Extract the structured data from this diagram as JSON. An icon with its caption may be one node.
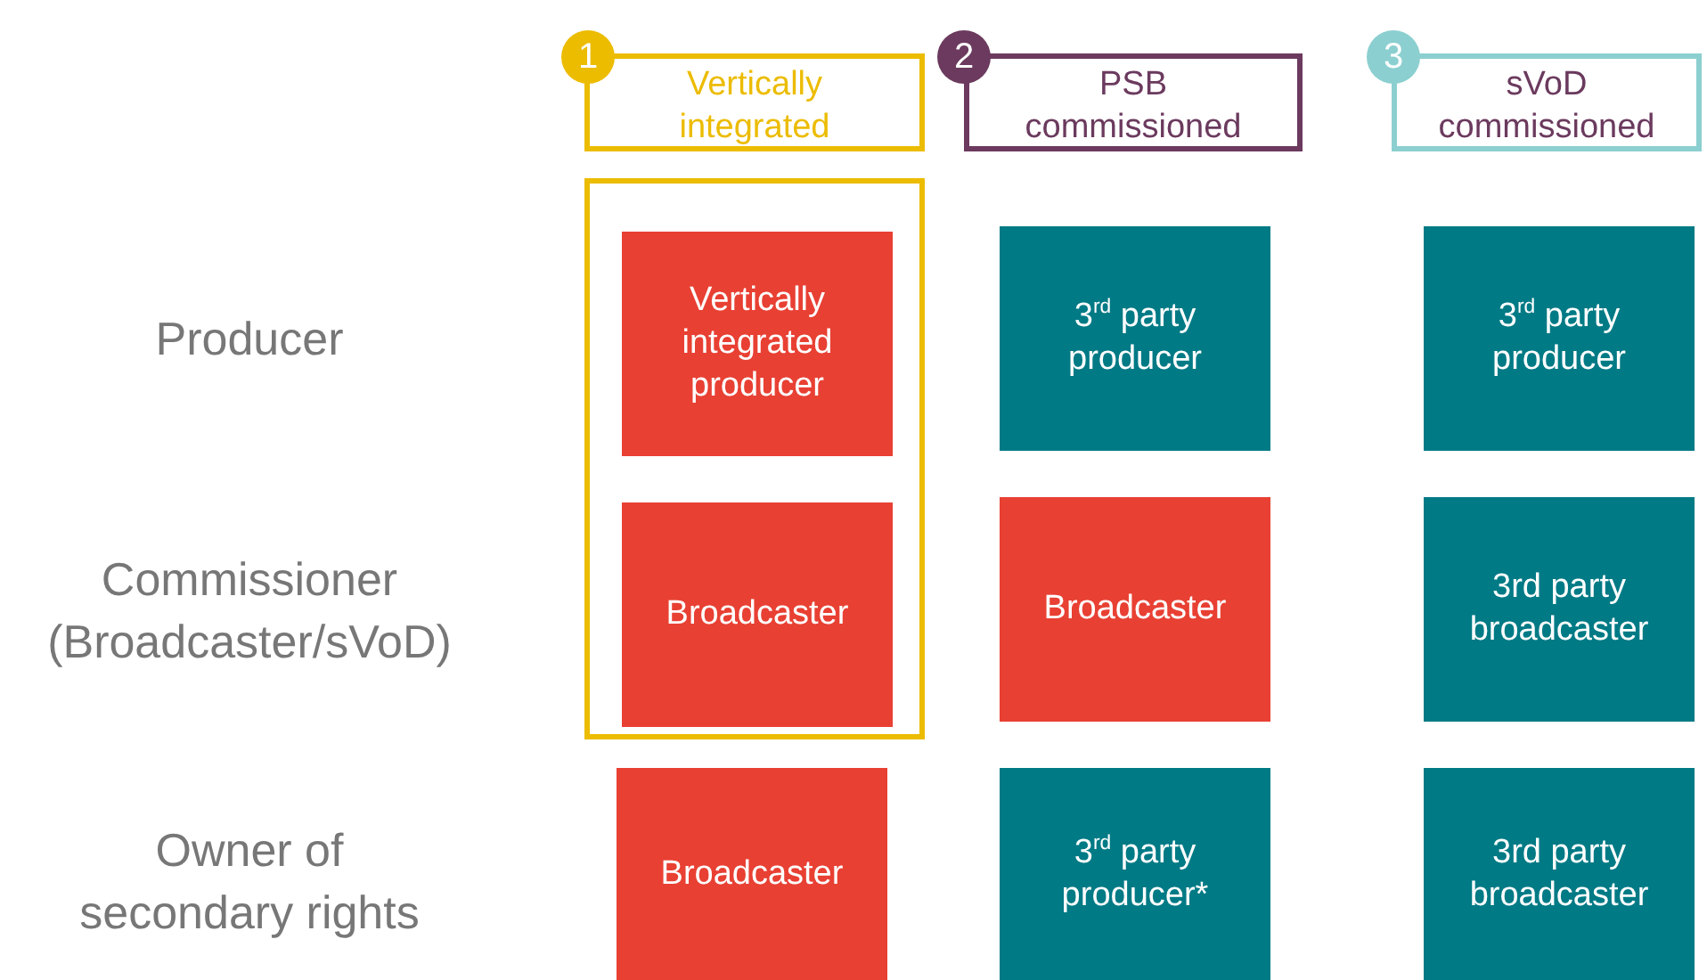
{
  "diagram": {
    "nodes": [
      {
        "text": [
          "1"
        ]
      },
      {
        "text": [
          "Vertically integrated"
        ]
      },
      {
        "text": [
          "2"
        ]
      },
      {
        "text": [
          "PSB commissioned"
        ]
      },
      {
        "text": [
          "3"
        ]
      },
      {
        "text": [
          "sVoD commissioned"
        ]
      },
      {
        "text": [],
        "shape": "box"
      },
      {
        "text": [
          "Vertically integrated producer"
        ],
        "in": 6
      },
      {
        "text": [
          "3$^{rd}$ party producer"
        ]
      },
      {
        "text": [
          "3$^{rd}$ party producer"
        ]
      },
      {
        "text": [
          "Broadcaster"
        ],
        "in": 6
      },
      {
        "text": [
          "Broadcaster"
        ]
      },
      {
        "text": [
          "3rd party broadcaster"
        ]
      },
      {
        "text": [
          "Broadcaster"
        ]
      },
      {
        "text": [
          "3$^{rd}$ party producer*"
        ]
      },
      {
        "text": [
          "3rd party broadcaster"
        ]
      }
    ],
    "edges": [],
    "labels": [
      "Producer",
      "Commissioner (Broadcaster/sVoD)",
      "Owner of secondary rights"
    ]
  }
}
